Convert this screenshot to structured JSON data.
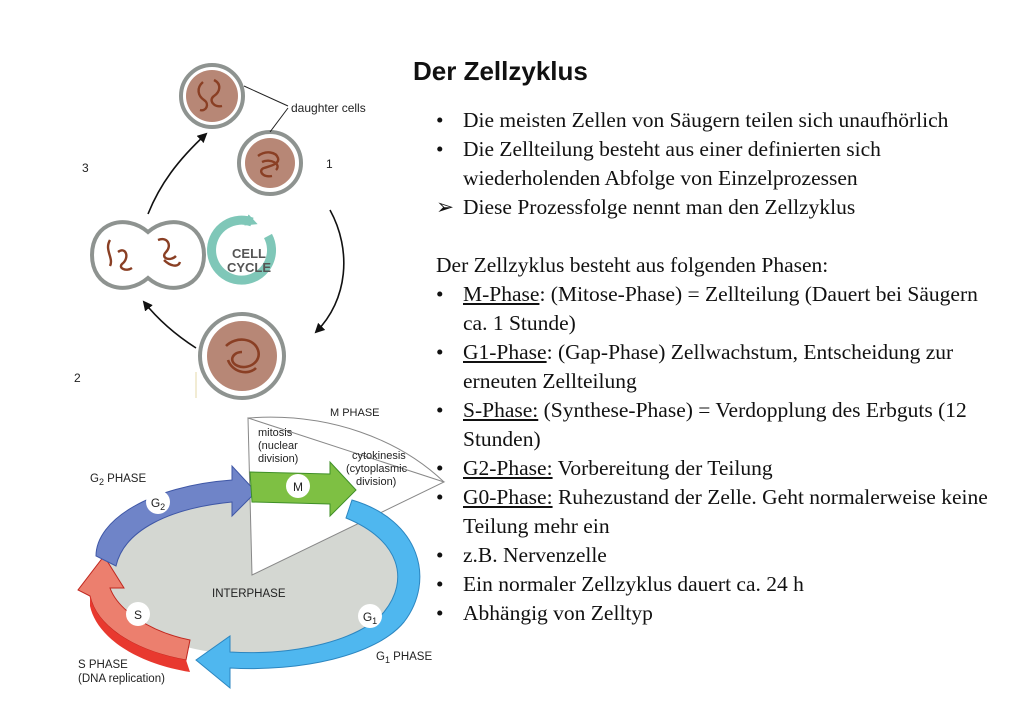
{
  "slide": {
    "title": "Der Zellzyklus",
    "bullets_intro": [
      {
        "marker": "•",
        "text": "Die meisten Zellen von Säugern teilen sich unaufhörlich"
      },
      {
        "marker": "•",
        "text": "Die Zellteilung besteht aus einer definierten sich wiederholenden Abfolge von Einzelprozessen"
      },
      {
        "marker": "➢",
        "text": "Diese Prozessfolge nennt man den Zellzyklus"
      }
    ],
    "phases_heading": "Der Zellzyklus besteht aus folgenden Phasen:",
    "phases": [
      {
        "term": "M-Phase",
        "rest": ": (Mitose-Phase) = Zellteilung (Dauert bei Säugern ca. 1 Stunde)"
      },
      {
        "term": "G1-Phase",
        "rest": ": (Gap-Phase) Zellwachstum, Entscheidung zur erneuten Zellteilung"
      },
      {
        "term": "S-Phase:",
        "rest": " (Synthese-Phase) = Verdopplung des Erbguts (12 Stunden)"
      },
      {
        "term": "G2-Phase:",
        "rest": " Vorbereitung der Teilung"
      },
      {
        "term": "G0-Phase:",
        "rest": " Ruhezustand der Zelle. Geht normalerweise keine Teilung mehr ein"
      }
    ],
    "extra_bullets": [
      {
        "marker": "•",
        "text": "z.B. Nervenzelle"
      },
      {
        "marker": "•",
        "text": "Ein normaler Zellzyklus dauert ca. 24 h"
      },
      {
        "marker": "•",
        "text": "Abhängig von Zelltyp"
      }
    ]
  },
  "cell_cycle_figure": {
    "daughter_cells_label": "daughter cells",
    "step_numbers": [
      "1",
      "2",
      "3"
    ],
    "center_label_1": "CELL",
    "center_label_2": "CYCLE"
  },
  "phase_figure": {
    "m_phase": "M PHASE",
    "mitosis": [
      "mitosis",
      "(nuclear",
      "division)"
    ],
    "cytokinesis": [
      "cytokinesis",
      "(cytoplasmic",
      "division)"
    ],
    "g2_phase_prefix": "G",
    "g2_phase_sub": "2",
    "g2_phase_suffix": " PHASE",
    "g1_phase_prefix": "G",
    "g1_phase_sub": "1",
    "g1_phase_suffix": " PHASE",
    "s_phase": "S PHASE",
    "s_phase_note": "(DNA replication)",
    "interphase": "INTERPHASE",
    "badge_m": "M",
    "badge_g2_prefix": "G",
    "badge_g2_sub": "2",
    "badge_g1_prefix": "G",
    "badge_g1_sub": "1",
    "badge_s": "S"
  },
  "colors": {
    "nucleus": "#b78776",
    "chromosome": "#8a3f24",
    "cell_cycle_arrow": "#7fc7b8",
    "m_green": "#7ec043",
    "g1_blue": "#4fb7ef",
    "g2_blue": "#6f84c8",
    "s_red": "#e8392f",
    "interphase_gray": "#d4d7d2"
  }
}
